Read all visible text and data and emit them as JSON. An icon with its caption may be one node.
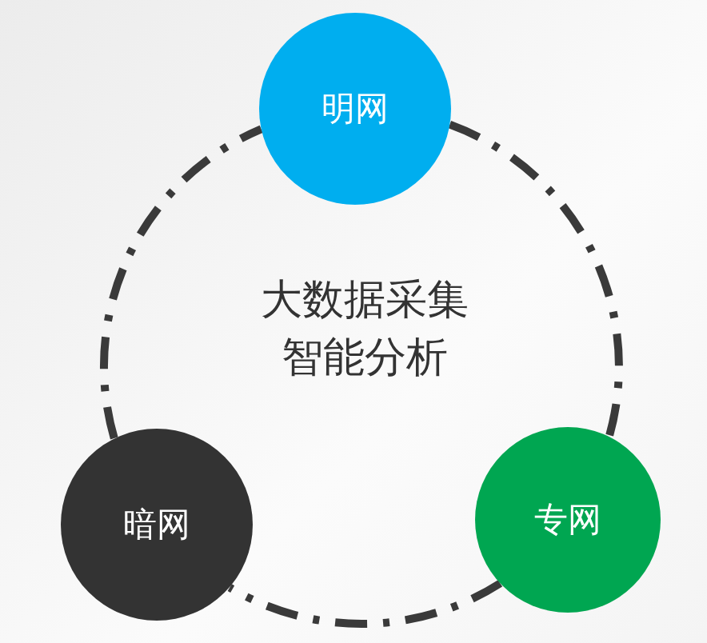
{
  "diagram": {
    "nodes": [
      {
        "text": [
          "明网"
        ]
      },
      {
        "text": [
          "暗网"
        ]
      },
      {
        "text": [
          "专网"
        ]
      }
    ],
    "edges": [
      {
        "from": 0,
        "to": 2,
        "arrow": "none"
      },
      {
        "from": 2,
        "to": 1,
        "arrow": "none"
      },
      {
        "from": 1,
        "to": 0,
        "arrow": "none"
      }
    ],
    "labels": [
      "大数据采集",
      "智能分析"
    ]
  }
}
